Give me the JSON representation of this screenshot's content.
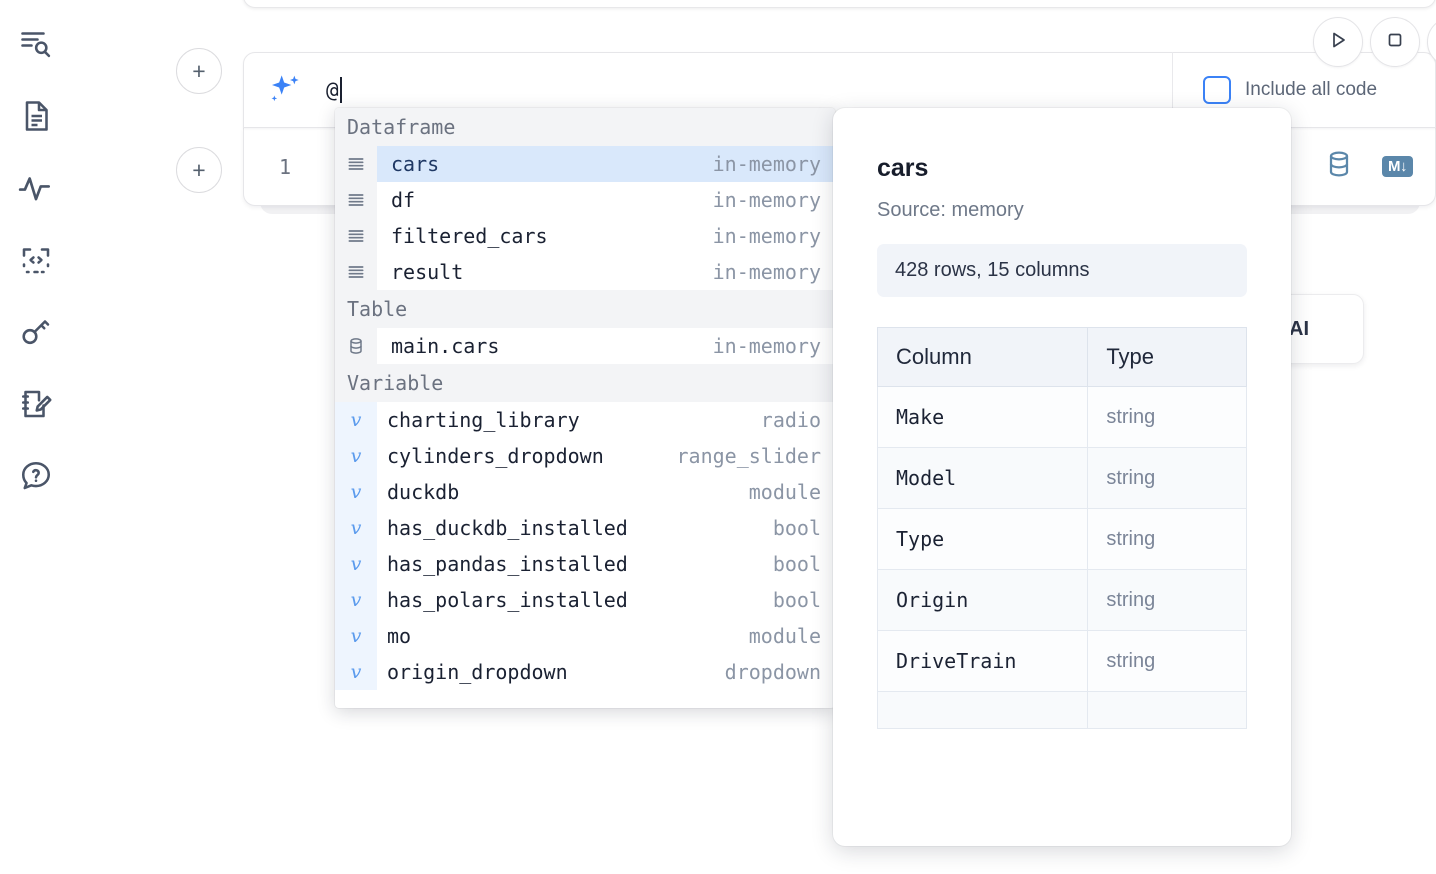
{
  "sidebar": {
    "items": [
      {
        "icon": "outline-search-icon",
        "name": "sidebar-item-outline"
      },
      {
        "icon": "document-icon",
        "name": "sidebar-item-documentation"
      },
      {
        "icon": "activity-pulse-icon",
        "name": "sidebar-item-activity"
      },
      {
        "icon": "snippets-code-icon",
        "name": "sidebar-item-snippets"
      },
      {
        "icon": "key-icon",
        "name": "sidebar-item-secrets"
      },
      {
        "icon": "scratchpad-edit-icon",
        "name": "sidebar-item-scratchpad"
      },
      {
        "icon": "help-chat-icon",
        "name": "sidebar-item-help"
      }
    ]
  },
  "toolbar": {
    "add_button_label": "+",
    "run_icon": "play-icon",
    "stop_icon": "stop-square-icon",
    "include_all_code_label": "Include all code",
    "include_all_code_checked": false
  },
  "ai_cell": {
    "sparkle_icon": "ai-sparkle-icon",
    "input_value": "@",
    "placeholder": ""
  },
  "code_cell": {
    "line_number": "1",
    "database_icon": "database-icon",
    "markdown_badge": "M↓"
  },
  "ai_hint_card": {
    "label": "h AI"
  },
  "autocomplete": {
    "groups": [
      {
        "label": "Dataframe",
        "icon": "dataframe-rows-icon",
        "kind": "dataframe",
        "items": [
          {
            "name": "cars",
            "meta": "in-memory",
            "selected": true
          },
          {
            "name": "df",
            "meta": "in-memory",
            "selected": false
          },
          {
            "name": "filtered_cars",
            "meta": "in-memory",
            "selected": false
          },
          {
            "name": "result",
            "meta": "in-memory",
            "selected": false
          }
        ]
      },
      {
        "label": "Table",
        "icon": "database-icon",
        "kind": "table",
        "items": [
          {
            "name": "main.cars",
            "meta": "in-memory",
            "selected": false
          }
        ]
      },
      {
        "label": "Variable",
        "icon": "variable-icon",
        "kind": "variable",
        "items": [
          {
            "name": "charting_library",
            "meta": "radio",
            "selected": false
          },
          {
            "name": "cylinders_dropdown",
            "meta": "range_slider",
            "selected": false
          },
          {
            "name": "duckdb",
            "meta": "module",
            "selected": false
          },
          {
            "name": "has_duckdb_installed",
            "meta": "bool",
            "selected": false
          },
          {
            "name": "has_pandas_installed",
            "meta": "bool",
            "selected": false
          },
          {
            "name": "has_polars_installed",
            "meta": "bool",
            "selected": false
          },
          {
            "name": "mo",
            "meta": "module",
            "selected": false
          },
          {
            "name": "origin_dropdown",
            "meta": "dropdown",
            "selected": false
          }
        ]
      }
    ]
  },
  "preview": {
    "title": "cars",
    "source": "Source: memory",
    "shape": "428 rows, 15 columns",
    "columns_header": "Column",
    "type_header": "Type",
    "rows": [
      {
        "column": "Make",
        "type": "string"
      },
      {
        "column": "Model",
        "type": "string"
      },
      {
        "column": "Type",
        "type": "string"
      },
      {
        "column": "Origin",
        "type": "string"
      },
      {
        "column": "DriveTrain",
        "type": "string"
      }
    ]
  },
  "colors": {
    "accent_blue": "#3b82f6",
    "selection_blue": "#d9e8fb",
    "icon_steel": "#5b87aa",
    "section_grey": "#f3f4f6"
  }
}
